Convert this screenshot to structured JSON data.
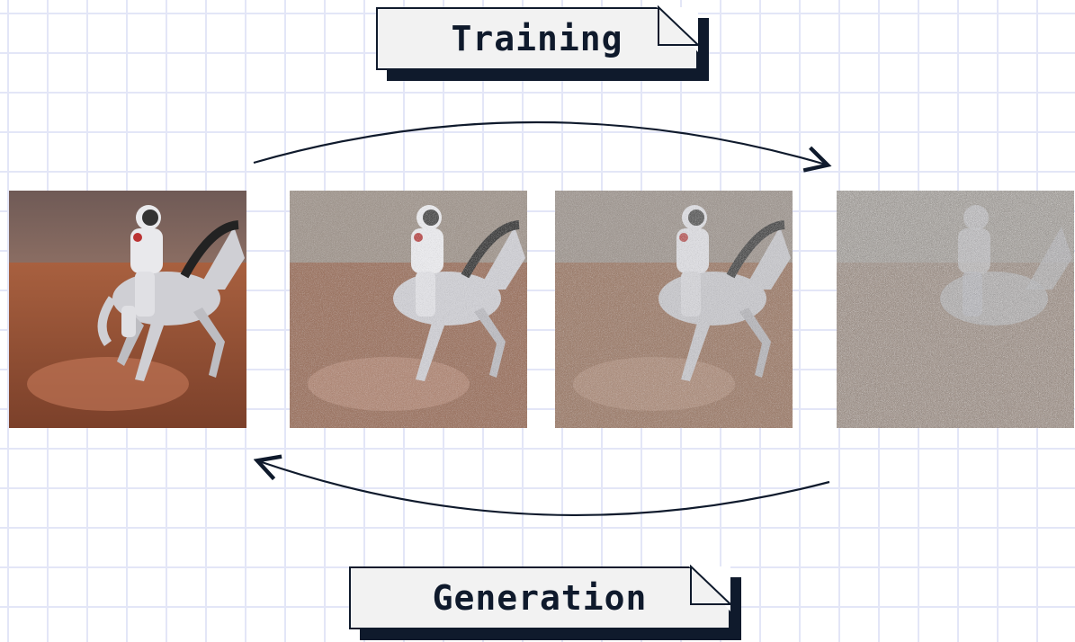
{
  "labels": {
    "training": "Training",
    "generation": "Generation"
  },
  "frames": [
    {
      "step": "clean",
      "noise_level": 0.0
    },
    {
      "step": "noisy",
      "noise_level": 0.45
    },
    {
      "step": "noisier",
      "noise_level": 0.55
    },
    {
      "step": "mostly-noise",
      "noise_level": 0.85
    }
  ],
  "colors": {
    "ink": "#0f1a2c",
    "card_fill": "#f2f2f2",
    "grid": "#e3e6f7",
    "sky_top": "#8a7268",
    "sky_bottom": "#c69a82",
    "ground": "#9c5a3e",
    "horse": "#cfcfd4",
    "suit": "#e9e9ec"
  }
}
